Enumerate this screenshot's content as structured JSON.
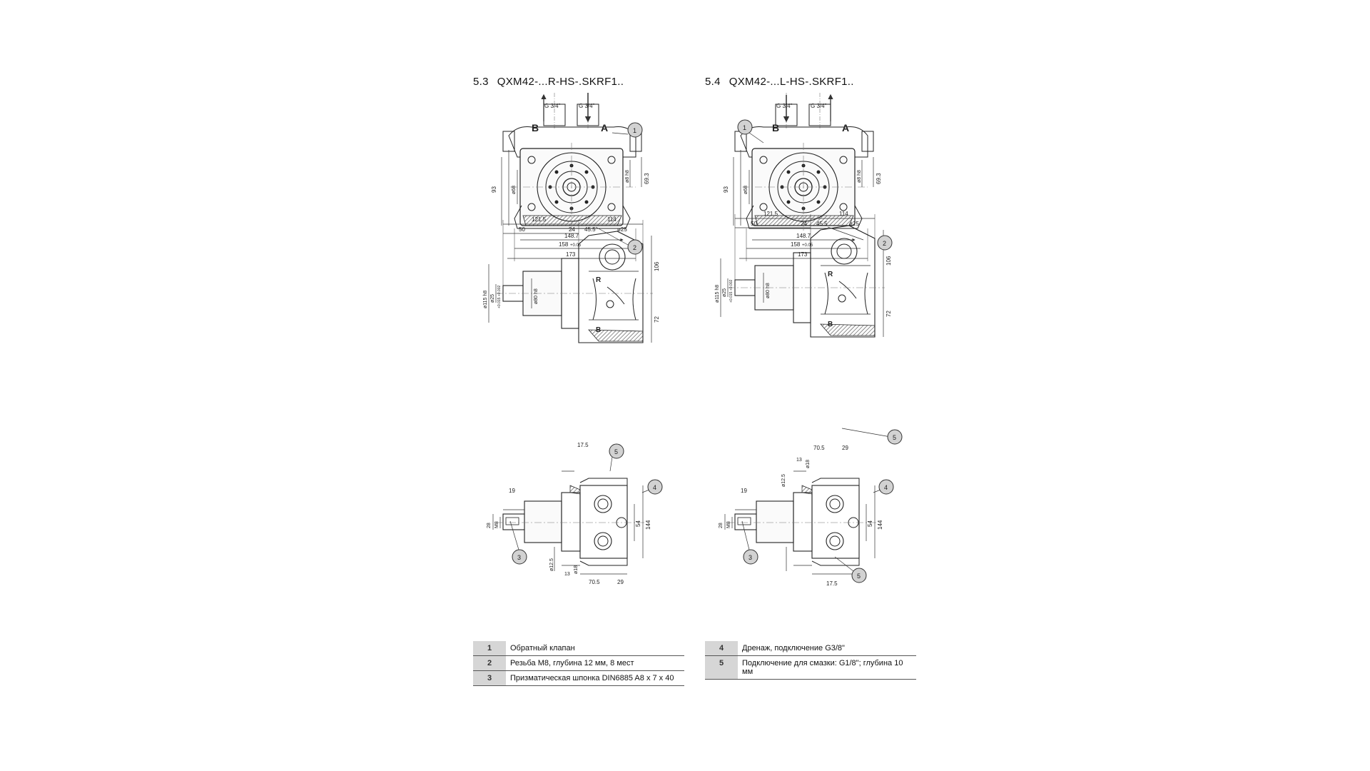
{
  "sections": [
    {
      "number": "5.3",
      "title": "QXM42-...R-HS-.SKRF1.."
    },
    {
      "number": "5.4",
      "title": "QXM42-...L-HS-.SKRF1.."
    }
  ],
  "port_labels": {
    "b": "B",
    "a": "A",
    "g": "G 3/4\""
  },
  "dims_front": {
    "w1": "148.7",
    "w2": "158",
    "w2_tol": "+0.05",
    "w3": "173",
    "h93": "93",
    "d68": "ø68",
    "d8": "ø8 h8",
    "h693": "69.3"
  },
  "dims_side": {
    "d1215": "121.5",
    "d114": "114",
    "d50": "50",
    "d24": "24",
    "d455": "45.5",
    "d25": "ø25",
    "d106": "106",
    "d72": "72",
    "d115": "ø115 h8",
    "d25s": "ø25",
    "d25tol": "+0.015 +0.002",
    "d80": "ø80 h8"
  },
  "dims_top": {
    "d175": "17.5",
    "d19": "19",
    "d28": "28",
    "dM8": "M8",
    "d144": "144",
    "d54": "54",
    "d125": "ø12.5",
    "d13": "13",
    "d18": "ø18",
    "d705": "70.5",
    "d29": "29"
  },
  "markers": {
    "r": "R",
    "b": "B"
  },
  "callouts": [
    "1",
    "2",
    "3",
    "4",
    "5"
  ],
  "legend_left": [
    {
      "num": "1",
      "text": "Обратный клапан"
    },
    {
      "num": "2",
      "text": "Резьба М8, глубина 12 мм, 8 мест"
    },
    {
      "num": "3",
      "text": "Призматическая шпонка DIN6885 A8 x 7 x 40"
    }
  ],
  "legend_right": [
    {
      "num": "4",
      "text": "Дренаж, подключение G3/8\""
    },
    {
      "num": "5",
      "text": "Подключение для смазки: G1/8\"; глубина 10 мм"
    }
  ]
}
